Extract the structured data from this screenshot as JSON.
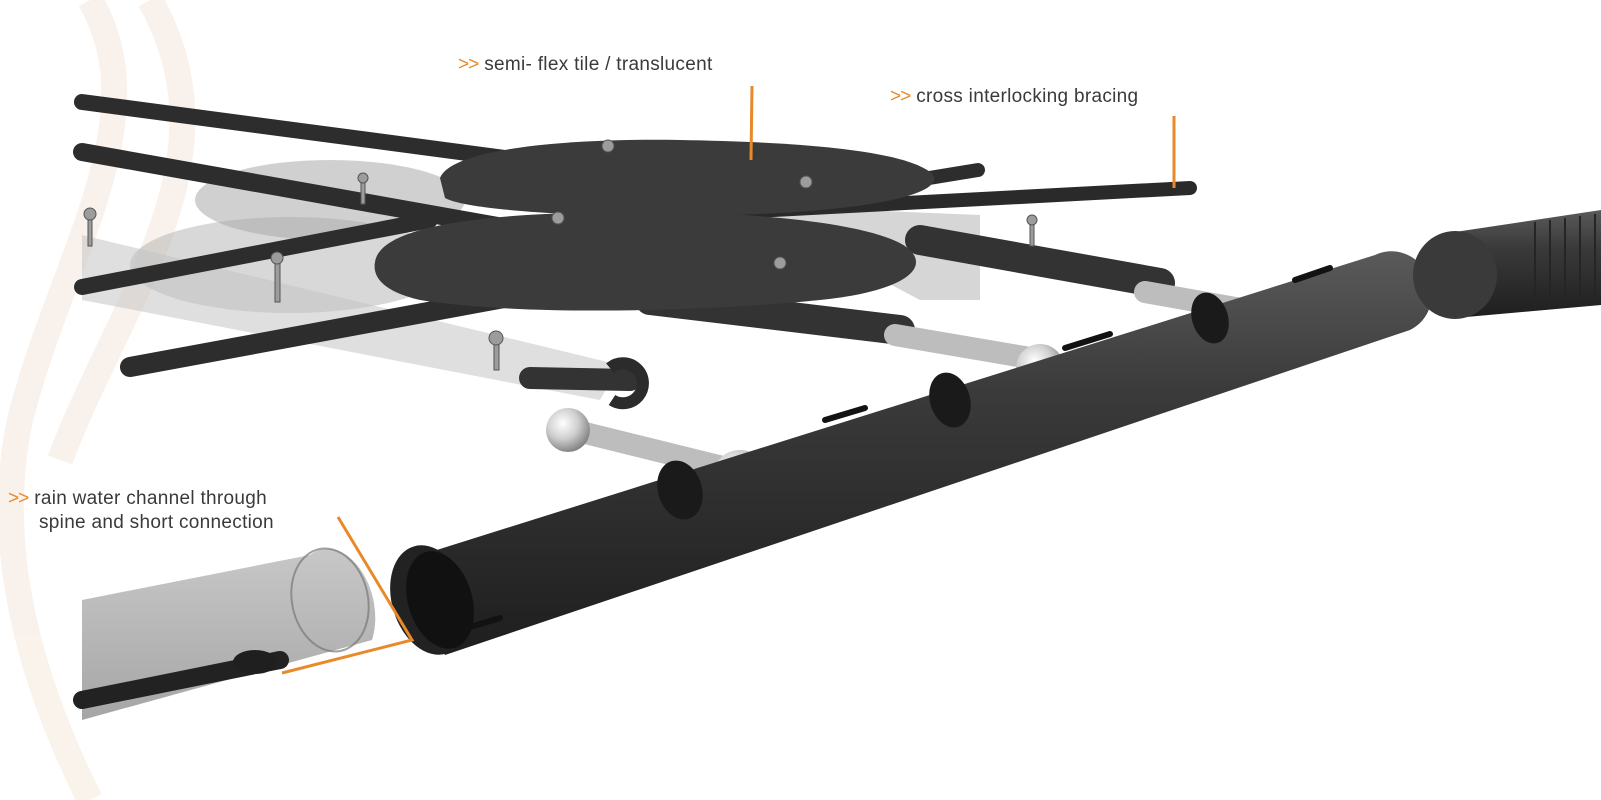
{
  "annotations": {
    "tile": {
      "marker": ">>",
      "text": "semi- flex tile / translucent"
    },
    "bracing": {
      "marker": ">>",
      "text": "cross interlocking bracing"
    },
    "rain": {
      "marker": ">>",
      "line1": "rain water channel through",
      "line2": "spine and short connection"
    }
  },
  "colors": {
    "accent": "#e8892a",
    "dark_part": "#3c3c3c",
    "ghost_part": "#9c9c9c",
    "joint": "#d6d6d6",
    "text": "#3a3a3a"
  }
}
